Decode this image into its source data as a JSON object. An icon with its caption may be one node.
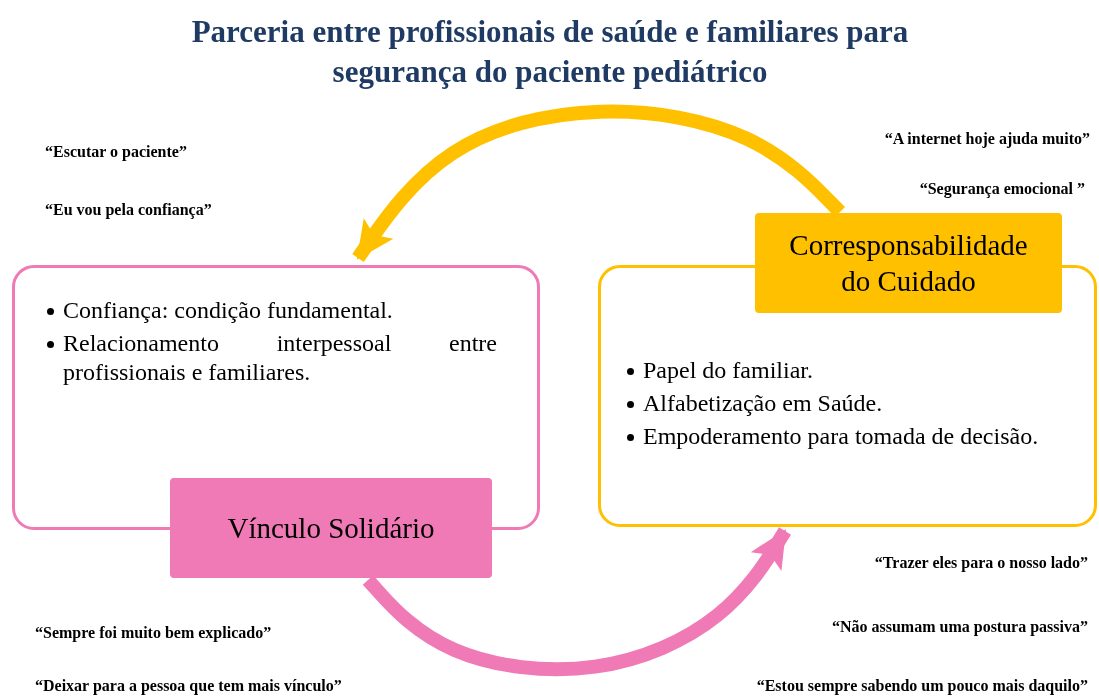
{
  "diagram": {
    "title": "Parceria entre profissionais de saúde e familiares para segurança do paciente pediátrico",
    "nodes": [
      {
        "text": [
          "Confiança: condição fundamental.",
          "Relacionamento interpessoal entre profissionais e familiares."
        ]
      },
      {
        "text": [
          "Vínculo Solidário"
        ]
      },
      {
        "text": [
          "Papel do familiar.",
          "Alfabetização em Saúde.",
          "Empoderamento para tomada de decisão."
        ]
      },
      {
        "text": [
          "Corresponsabilidade do Cuidado"
        ]
      }
    ],
    "edges": [
      {
        "from": 3,
        "to": 0,
        "arrow": "to",
        "color": "#ffc000"
      },
      {
        "from": 1,
        "to": 2,
        "arrow": "to",
        "color": "#f07ab5"
      }
    ],
    "labels": [
      "“A internet hoje ajuda muito”",
      "“Escutar o paciente”",
      "“Segurança emocional ”",
      "“Eu vou pela confiança”",
      "“Trazer eles para o nosso lado”",
      "“Sempre foi muito bem explicado”",
      "“Não assumam uma postura passiva”",
      "“Deixar para a pessoa que tem mais vínculo”",
      "“Estou sempre sabendo um pouco mais daquilo”"
    ]
  }
}
